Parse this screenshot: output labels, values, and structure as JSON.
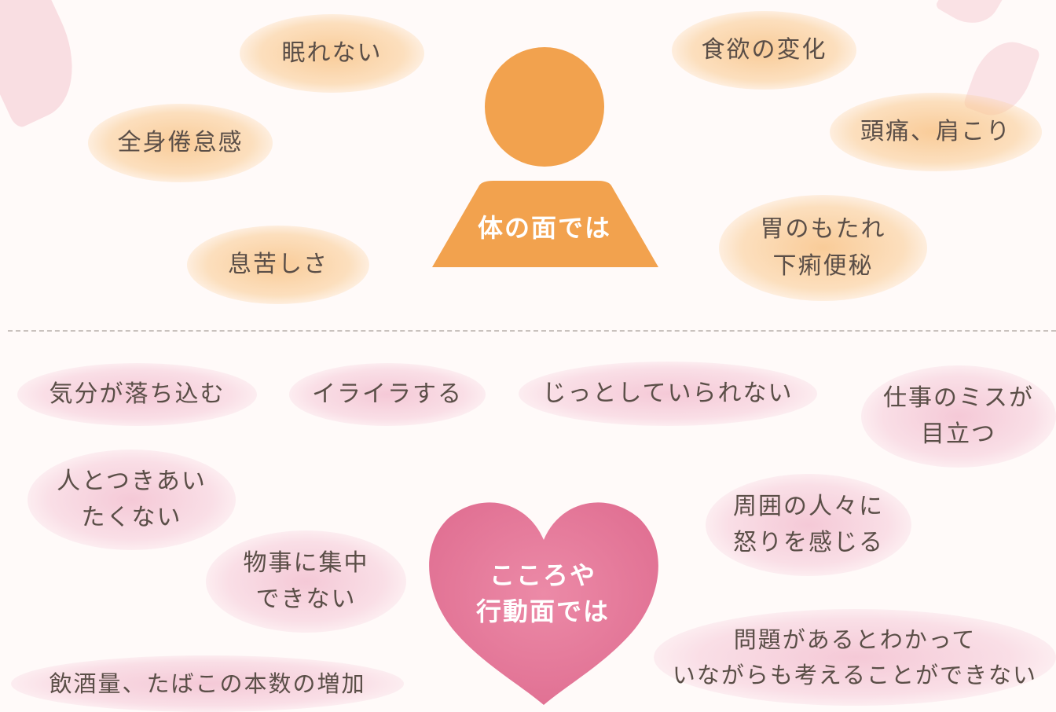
{
  "colors": {
    "orange_accent": "#f2a24e",
    "pink_accent": "#e67a9b",
    "text": "#5a4e47",
    "divider": "#c9c2be"
  },
  "body_section": {
    "center_label": "体の面では",
    "symptoms": [
      {
        "lines": [
          "眠れない"
        ]
      },
      {
        "lines": [
          "全身倦怠感"
        ]
      },
      {
        "lines": [
          "息苦しさ"
        ]
      },
      {
        "lines": [
          "食欲の変化"
        ]
      },
      {
        "lines": [
          "頭痛、肩こり"
        ]
      },
      {
        "lines": [
          "胃のもたれ",
          "下痢便秘"
        ]
      }
    ]
  },
  "mind_section": {
    "center_label": [
      "こころや",
      "行動面では"
    ],
    "symptoms": [
      {
        "lines": [
          "気分が落ち込む"
        ]
      },
      {
        "lines": [
          "イライラする"
        ]
      },
      {
        "lines": [
          "じっとしていられない"
        ]
      },
      {
        "lines": [
          "仕事のミスが",
          "目立つ"
        ]
      },
      {
        "lines": [
          "人とつきあい",
          "たくない"
        ]
      },
      {
        "lines": [
          "周囲の人々に",
          "怒りを感じる"
        ]
      },
      {
        "lines": [
          "物事に集中",
          "できない"
        ]
      },
      {
        "lines": [
          "問題があるとわかって",
          "いながらも考えることができない"
        ]
      },
      {
        "lines": [
          "飲酒量、たばこの本数の増加"
        ]
      }
    ]
  }
}
